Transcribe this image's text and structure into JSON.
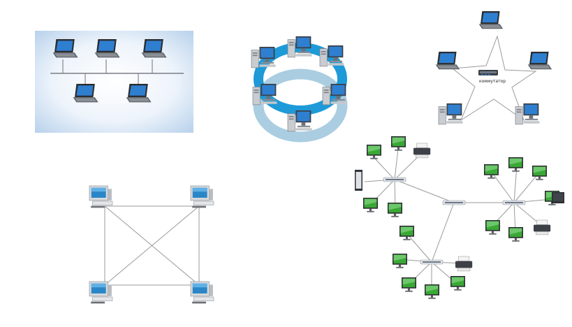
{
  "figure": {
    "panels": [
      {
        "topology": "bus"
      },
      {
        "topology": "ring"
      },
      {
        "topology": "star",
        "hub_label": "коммутатор"
      },
      {
        "topology": "mesh"
      },
      {
        "topology": "tree"
      }
    ]
  },
  "colors": {
    "bus_bg_edge": "#cfe0f2",
    "bus_bg_center": "#ffffff",
    "ring_blue": "#1e9ad8",
    "ring_blue_dark": "#0b6fa8",
    "screen_blue": "#2f7fd0",
    "screen_green": "#3aa835",
    "cable_gray": "#9a9a9a",
    "device_silver": "#c9ccd0",
    "device_dark": "#4a4d52"
  }
}
